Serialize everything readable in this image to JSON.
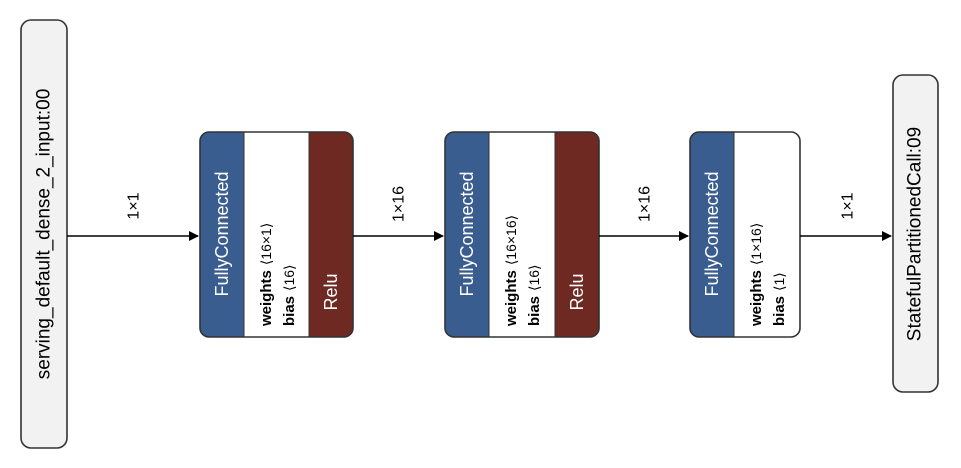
{
  "input": {
    "label": "serving_default_dense_2_input:00"
  },
  "output": {
    "label": "StatefulPartitionedCall:09"
  },
  "edges": [
    "1×1",
    "1×16",
    "1×16",
    "1×1"
  ],
  "nodes": [
    {
      "op": "FullyConnected",
      "weights_label": "weights",
      "weights_shape": "⟨16×1⟩",
      "bias_label": "bias",
      "bias_shape": "⟨16⟩",
      "activation": "Relu"
    },
    {
      "op": "FullyConnected",
      "weights_label": "weights",
      "weights_shape": "⟨16×16⟩",
      "bias_label": "bias",
      "bias_shape": "⟨16⟩",
      "activation": "Relu"
    },
    {
      "op": "FullyConnected",
      "weights_label": "weights",
      "weights_shape": "⟨1×16⟩",
      "bias_label": "bias",
      "bias_shape": "⟨1⟩"
    }
  ],
  "colors": {
    "op_header": "#3a5d8f",
    "activation": "#6e2a22",
    "io_fill": "#f2f2f2",
    "stroke": "#333333"
  }
}
